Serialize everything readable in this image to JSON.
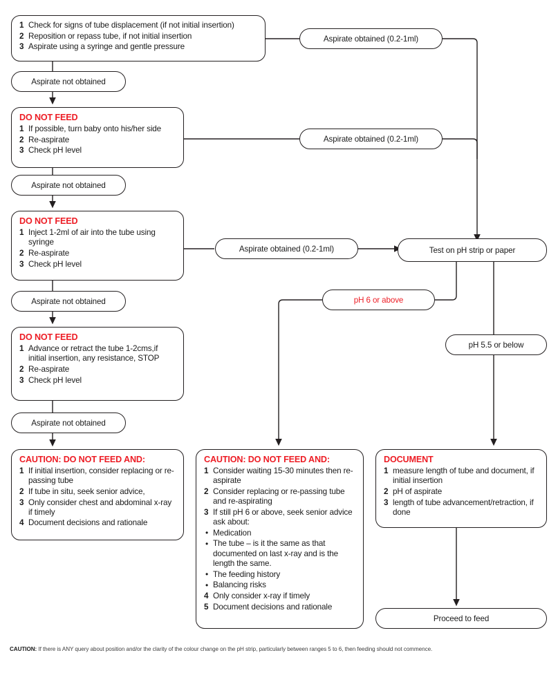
{
  "document": {
    "title": "Neonatal nasogastric tube placement checking flowchart",
    "accent_red": "#ed1c24",
    "line_color": "#231f20"
  },
  "nodes": {
    "step1": {
      "items": [
        {
          "num": "1",
          "text": "Check for signs of tube displacement (if not initial insertion)"
        },
        {
          "num": "2",
          "text": "Reposition or repass tube, if not initial insertion"
        },
        {
          "num": "3",
          "text": "Aspirate using a syringe and gentle pressure"
        }
      ]
    },
    "not_obtained_1": {
      "label": "Aspirate not obtained"
    },
    "not_obtained_2": {
      "label": "Aspirate not obtained"
    },
    "not_obtained_3": {
      "label": "Aspirate not obtained"
    },
    "not_obtained_4": {
      "label": "Aspirate not obtained"
    },
    "obtained_1": {
      "label": "Aspirate obtained (0.2-1ml)"
    },
    "obtained_2": {
      "label": "Aspirate obtained (0.2-1ml)"
    },
    "obtained_3": {
      "label": "Aspirate obtained (0.2-1ml)"
    },
    "dnf1": {
      "header": "DO NOT FEED",
      "items": [
        {
          "num": "1",
          "text": "If possible, turn baby onto his/her side"
        },
        {
          "num": "2",
          "text": "Re-aspirate"
        },
        {
          "num": "3",
          "text": "Check pH level"
        }
      ]
    },
    "dnf2": {
      "header": "DO NOT FEED",
      "items": [
        {
          "num": "1",
          "text": "Inject 1-2ml of air into the tube using syringe"
        },
        {
          "num": "2",
          "text": "Re-aspirate"
        },
        {
          "num": "3",
          "text": "Check pH level"
        }
      ]
    },
    "dnf3": {
      "header": "DO NOT FEED",
      "items": [
        {
          "num": "1",
          "text": "Advance or retract the tube 1-2cms,if initial insertion, any resistance, STOP"
        },
        {
          "num": "2",
          "text": "Re-aspirate"
        },
        {
          "num": "3",
          "text": "Check pH level"
        }
      ]
    },
    "ph_test": {
      "label": "Test on pH strip or paper"
    },
    "ph6": {
      "label": "pH 6 or above"
    },
    "ph55": {
      "label": "pH 5.5 or below"
    },
    "caution_left": {
      "header": "CAUTION: DO NOT FEED AND:",
      "items": [
        {
          "num": "1",
          "text": "If initial insertion, consider replacing or re-passing tube"
        },
        {
          "num": "2",
          "text": "If tube in situ, seek senior advice,"
        },
        {
          "num": "3",
          "text": "Only consider chest and abdominal x-ray if timely"
        },
        {
          "num": "4",
          "text": "Document decisions and rationale"
        }
      ]
    },
    "caution_mid": {
      "header": "CAUTION: DO NOT FEED AND:",
      "items_a": [
        {
          "num": "1",
          "text": "Consider waiting 15-30 minutes then re-aspirate"
        },
        {
          "num": "2",
          "text": "Consider replacing or re-passing tube and re-aspirating"
        },
        {
          "num": "3",
          "text": "If still pH 6 or above, seek senior advice ask about:"
        }
      ],
      "bullets": [
        "Medication",
        "The tube – is it the same as that documented on last x-ray and is the length the same.",
        "The feeding history",
        "Balancing risks"
      ],
      "items_b": [
        {
          "num": "4",
          "text": "Only consider x-ray if timely"
        },
        {
          "num": "5",
          "text": "Document decisions and rationale"
        }
      ]
    },
    "document_box": {
      "header": "DOCUMENT",
      "items": [
        {
          "num": "1",
          "text": "measure length of tube and document, if initial insertion"
        },
        {
          "num": "2",
          "text": "pH of aspirate"
        },
        {
          "num": "3",
          "text": "length of tube advancement/retraction, if done"
        }
      ]
    },
    "proceed": {
      "label": "Proceed to feed"
    }
  },
  "footer": {
    "prefix": "CAUTION:",
    "text": " If there is ANY query about position and/or the clarity of the colour change on the pH strip, particularly between ranges 5 to 6, then feeding should not commence."
  }
}
